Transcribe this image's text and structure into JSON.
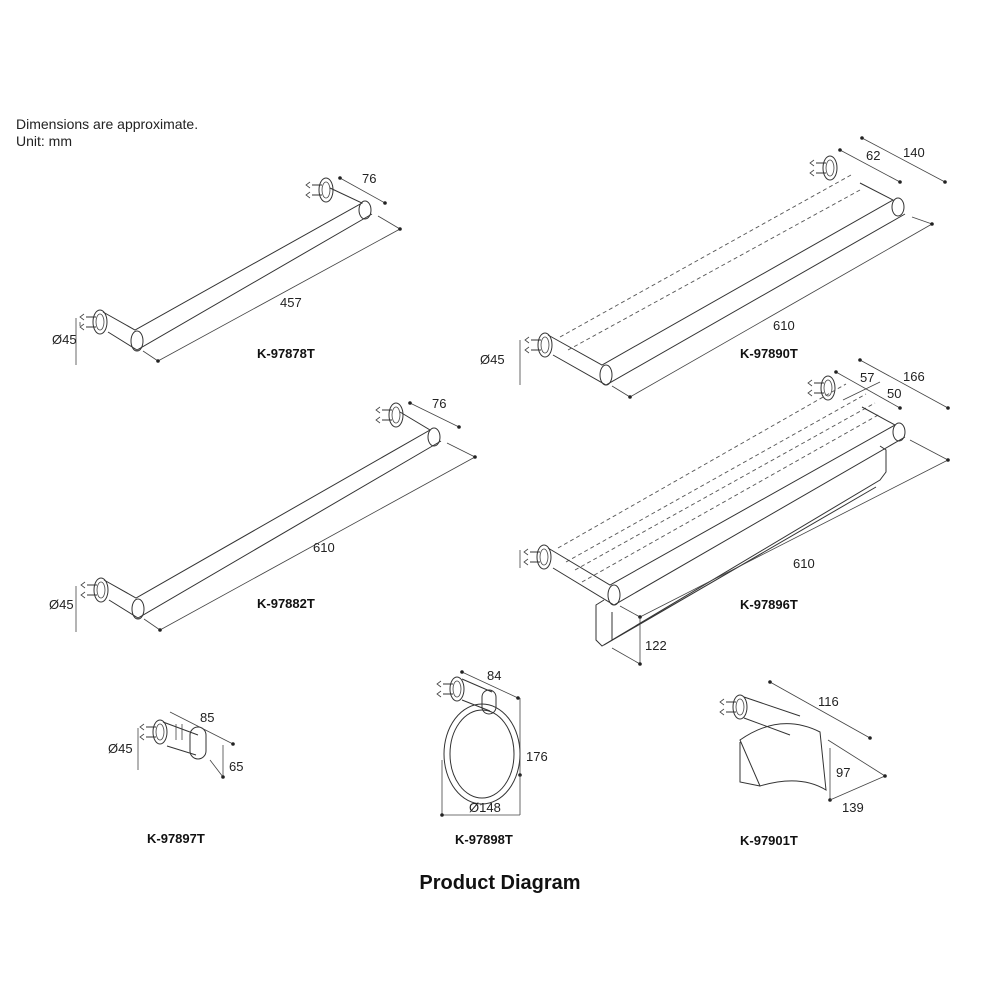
{
  "notes": {
    "line1": "Dimensions are approximate.",
    "line2": "Unit: mm"
  },
  "title": "Product Diagram",
  "products": {
    "p97878": {
      "model": "K-97878T",
      "dims": {
        "diameter": "Ø45",
        "length": "457",
        "depth": "76"
      }
    },
    "p97890": {
      "model": "K-97890T",
      "dims": {
        "diameter": "Ø45",
        "length": "610",
        "depth1": "62",
        "depth2": "140"
      }
    },
    "p97882": {
      "model": "K-97882T",
      "dims": {
        "diameter": "Ø45",
        "length": "610",
        "depth": "76"
      }
    },
    "p97896": {
      "model": "K-97896T",
      "dims": {
        "length": "610",
        "depth1": "57",
        "depth2": "166",
        "depth3": "50",
        "height": "122"
      }
    },
    "p97897": {
      "model": "K-97897T",
      "dims": {
        "diameter": "Ø45",
        "depth": "85",
        "height": "65"
      }
    },
    "p97898": {
      "model": "K-97898T",
      "dims": {
        "depth": "84",
        "height": "176",
        "diameter": "Ø148"
      }
    },
    "p97901": {
      "model": "K-97901T",
      "dims": {
        "width": "116",
        "height": "97",
        "depth": "139"
      }
    }
  }
}
